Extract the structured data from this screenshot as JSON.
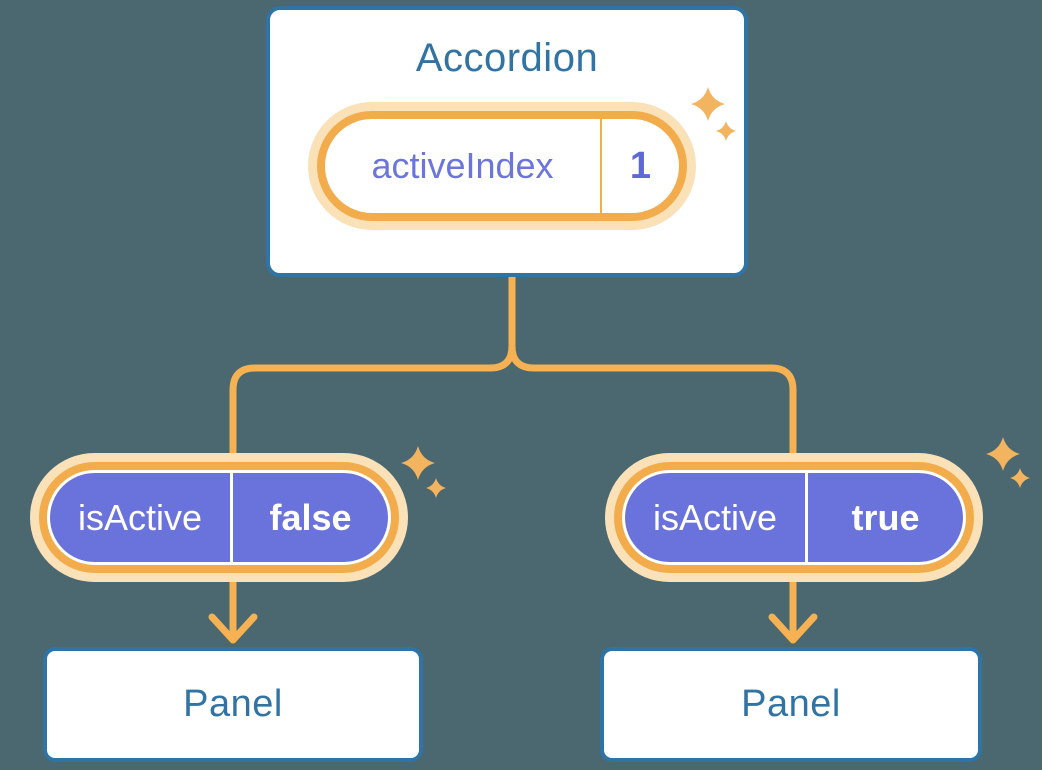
{
  "colors": {
    "bg": "#4B6770",
    "blue": "#2F74A4",
    "blue_text": "#3173A3",
    "purple": "#6A73DB",
    "purple_text": "#6B75DC",
    "orange": "#F5B152",
    "orange_ring": "#F3AC4B",
    "orange_pale": "#FAE1B8",
    "sparkle": "#F2B45F",
    "white": "#FFFFFF"
  },
  "accordion": {
    "title": "Accordion",
    "state": {
      "label": "activeIndex",
      "value": "1"
    }
  },
  "left_branch": {
    "prop": {
      "label": "isActive",
      "value": "false"
    },
    "panel_title": "Panel"
  },
  "right_branch": {
    "prop": {
      "label": "isActive",
      "value": "true"
    },
    "panel_title": "Panel"
  }
}
